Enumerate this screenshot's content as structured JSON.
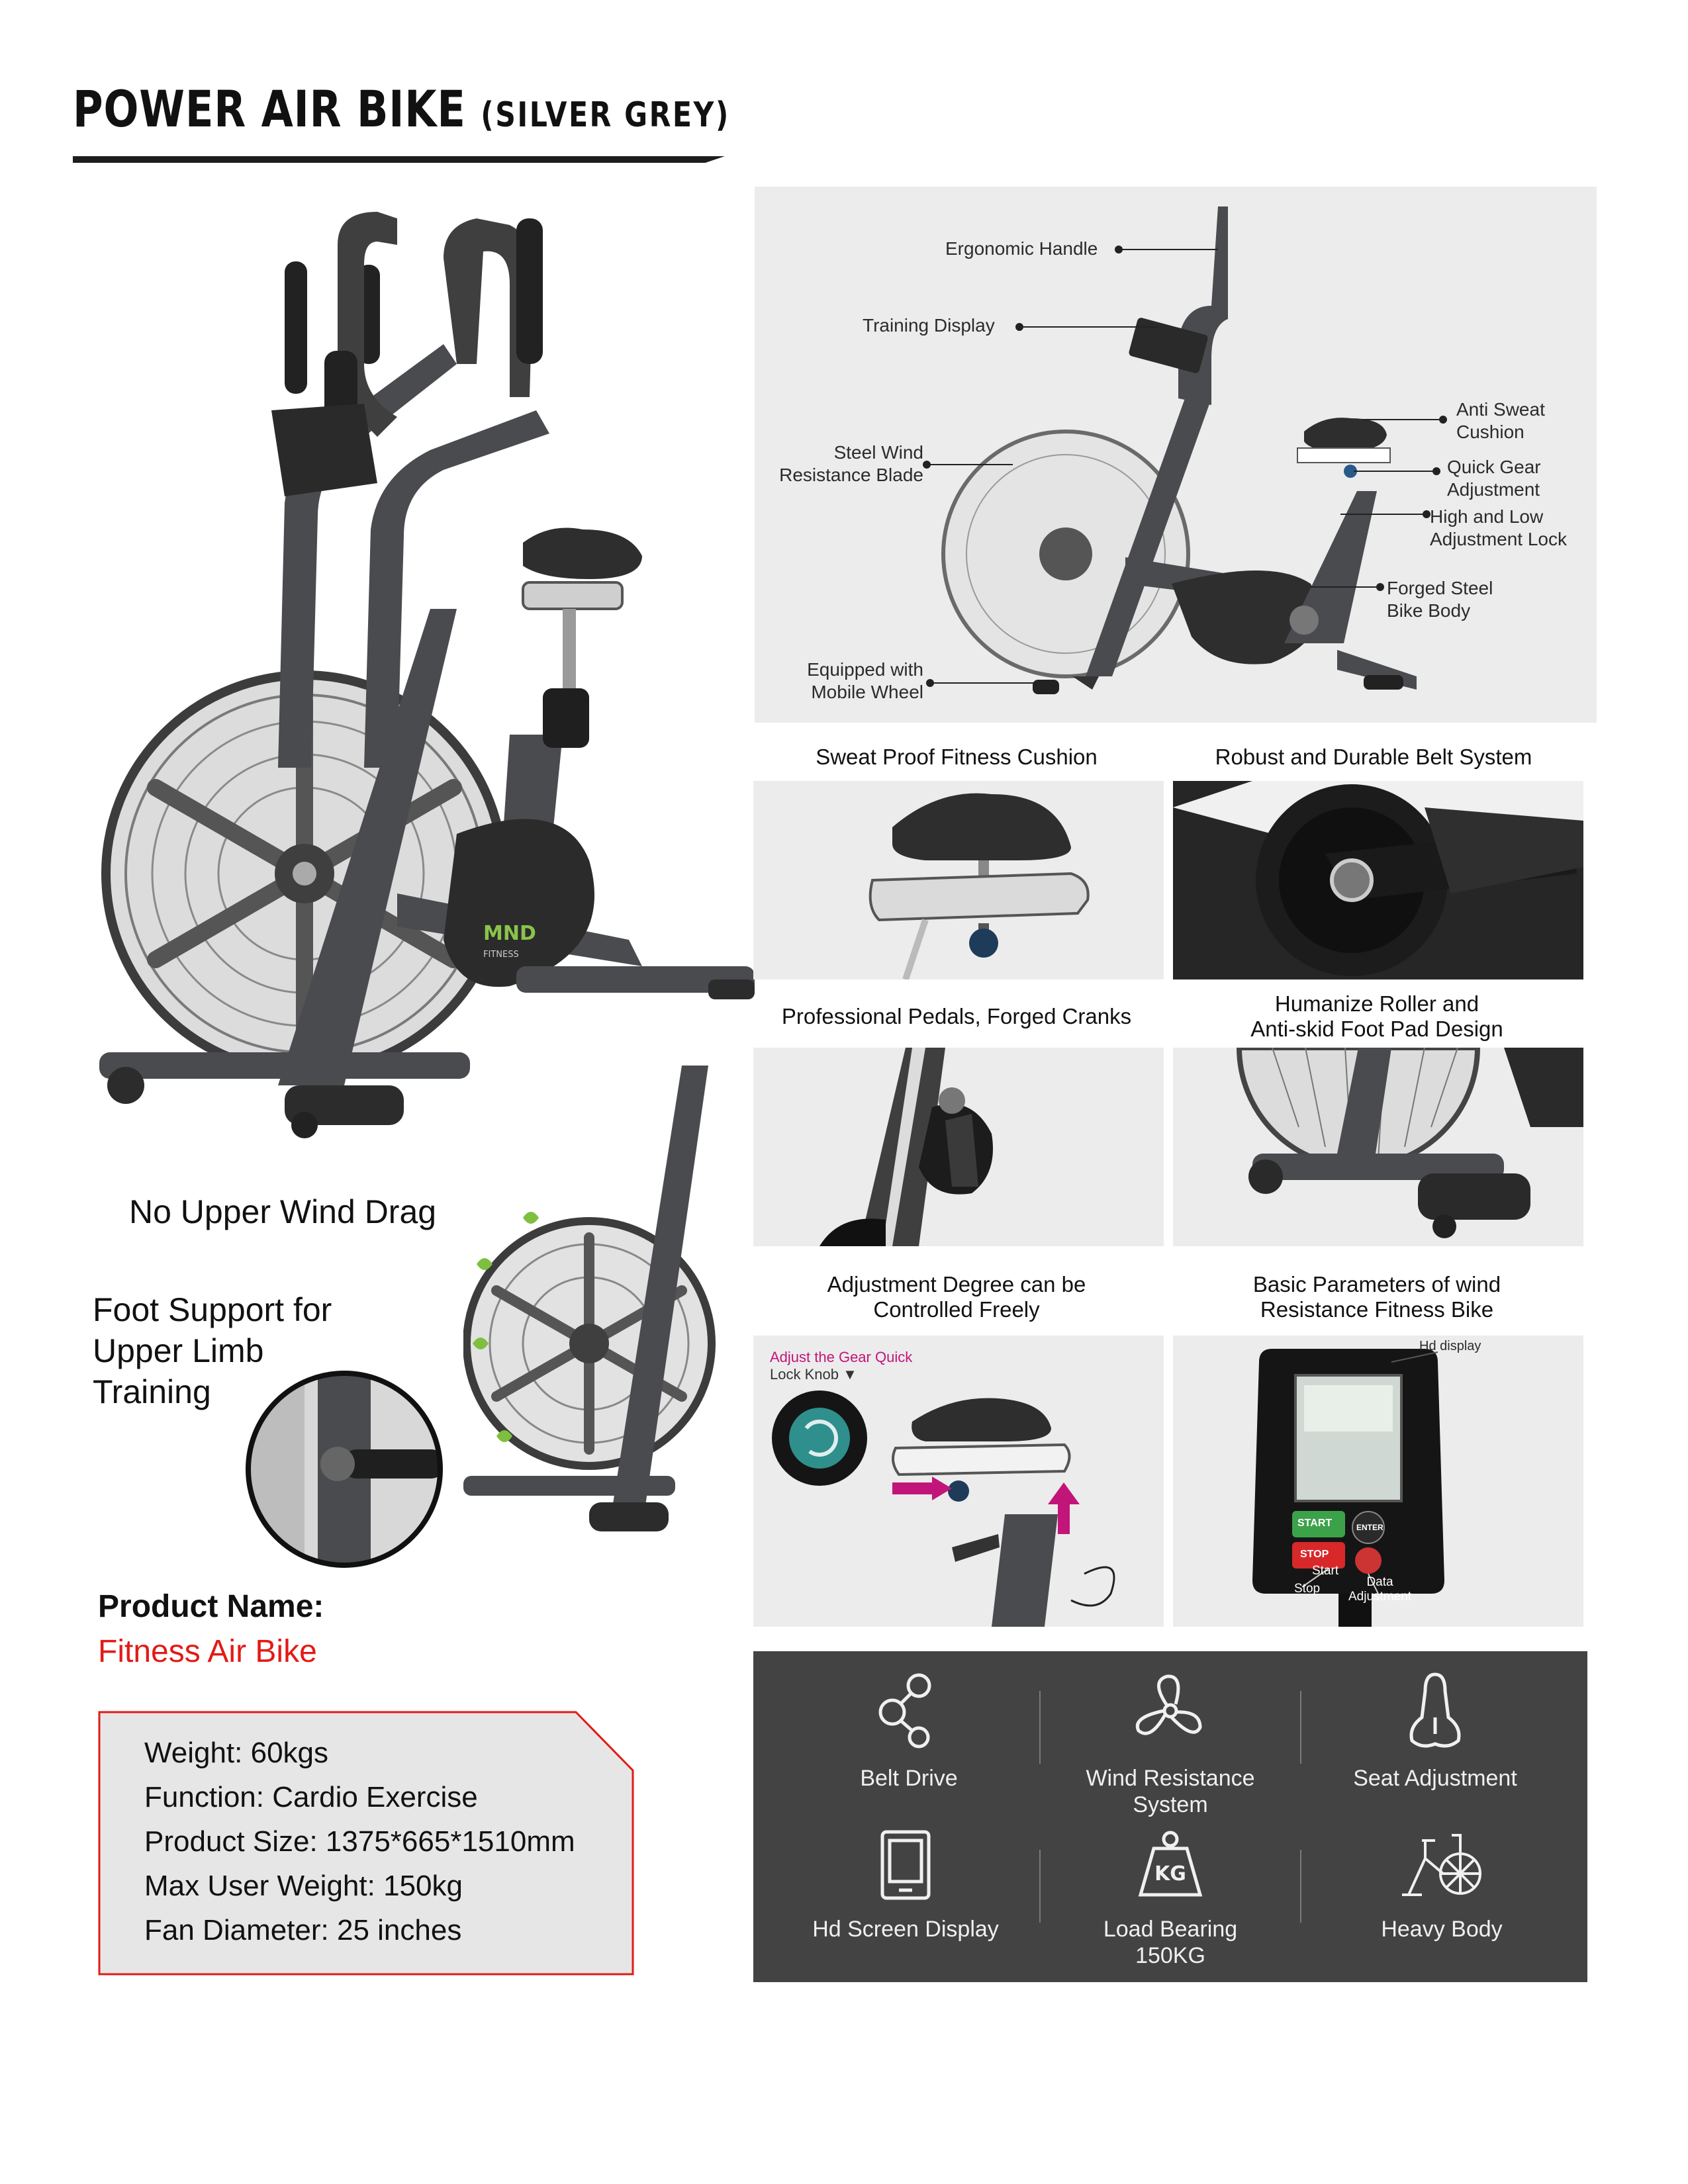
{
  "title": {
    "main": "POWER AIR BIKE",
    "sub": "(SILVER GREY)"
  },
  "callouts": {
    "no_drag": "No Upper Wind Drag",
    "foot_support": [
      "Foot Support for",
      "Upper Limb",
      "Training"
    ]
  },
  "brand": {
    "logo_text": "MND",
    "logo_sub": "FITNESS"
  },
  "product": {
    "label": "Product Name:",
    "name": "Fitness Air Bike",
    "specs": [
      "Weight: 60kgs",
      "Function: Cardio Exercise",
      "Product Size: 1375*665*1510mm",
      "Max User Weight: 150kg",
      "Fan Diameter: 25 inches"
    ]
  },
  "diagram_labels": {
    "handle": "Ergonomic Handle",
    "display": "Training Display",
    "blade": [
      "Steel Wind",
      "Resistance Blade"
    ],
    "wheel": [
      "Equipped with",
      "Mobile Wheel"
    ],
    "cushion": [
      "Anti Sweat",
      "Cushion"
    ],
    "gear": [
      "Quick Gear",
      "Adjustment"
    ],
    "lock": [
      "High and Low",
      "Adjustment Lock"
    ],
    "body": [
      "Forged Steel",
      "Bike Body"
    ]
  },
  "captions": {
    "cushion": "Sweat Proof Fitness Cushion",
    "belt": "Robust and Durable Belt System",
    "pedals": "Professional Pedals, Forged Cranks",
    "roller": [
      "Humanize Roller and",
      "Anti-skid Foot Pad Design"
    ],
    "adjust": [
      "Adjustment Degree can be",
      "Controlled Freely"
    ],
    "params": [
      "Basic Parameters of wind",
      "Resistance Fitness Bike"
    ]
  },
  "photo_labels": {
    "gear_quick": "Adjust the Gear Quick",
    "lock_knob": "Lock Knob",
    "hd_display": "Hd display",
    "start_btn": "START",
    "stop_btn": "STOP",
    "enter_btn": "ENTER",
    "start": "Start",
    "stop": "Stop",
    "data_adjust": [
      "Data",
      "Adjustment"
    ]
  },
  "features": [
    {
      "icon": "belt-drive-icon",
      "label": [
        "Belt Drive"
      ]
    },
    {
      "icon": "fan-icon",
      "label": [
        "Wind Resistance",
        "System"
      ]
    },
    {
      "icon": "saddle-icon",
      "label": [
        "Seat Adjustment"
      ]
    },
    {
      "icon": "tablet-icon",
      "label": [
        "Hd Screen Display"
      ]
    },
    {
      "icon": "weight-icon",
      "label": [
        "Load Bearing",
        "150KG"
      ],
      "badge": "KG"
    },
    {
      "icon": "bicycle-icon",
      "label": [
        "Heavy Body"
      ]
    }
  ],
  "colors": {
    "accent_red": "#e21b17",
    "feature_bg": "#434343",
    "frame": "#4a4b4e",
    "logo_green": "#8bc34a",
    "arrow_magenta": "#c2157a",
    "knob_teal": "#2f8f8c"
  }
}
